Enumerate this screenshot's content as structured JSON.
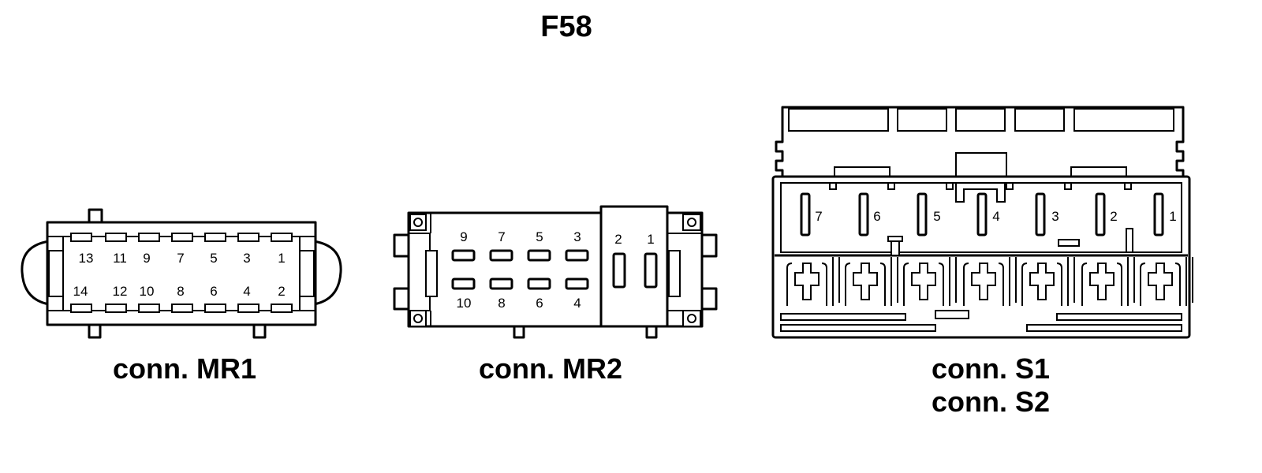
{
  "title": "F58",
  "connectors": [
    {
      "id": "mr1",
      "caption": "conn. MR1",
      "top_pins": [
        "13",
        "11",
        "9",
        "7",
        "5",
        "3",
        "1"
      ],
      "bottom_pins": [
        "14",
        "12",
        "10",
        "8",
        "6",
        "4",
        "2"
      ]
    },
    {
      "id": "mr2",
      "caption": "conn. MR2",
      "top_pins": [
        "9",
        "7",
        "5",
        "3"
      ],
      "bottom_pins": [
        "10",
        "8",
        "6",
        "4"
      ],
      "side_pins": [
        "2",
        "1"
      ]
    },
    {
      "id": "s1s2",
      "caption_line1": "conn. S1",
      "caption_line2": "conn. S2",
      "pins": [
        "7",
        "6",
        "5",
        "4",
        "3",
        "2",
        "1"
      ]
    }
  ]
}
